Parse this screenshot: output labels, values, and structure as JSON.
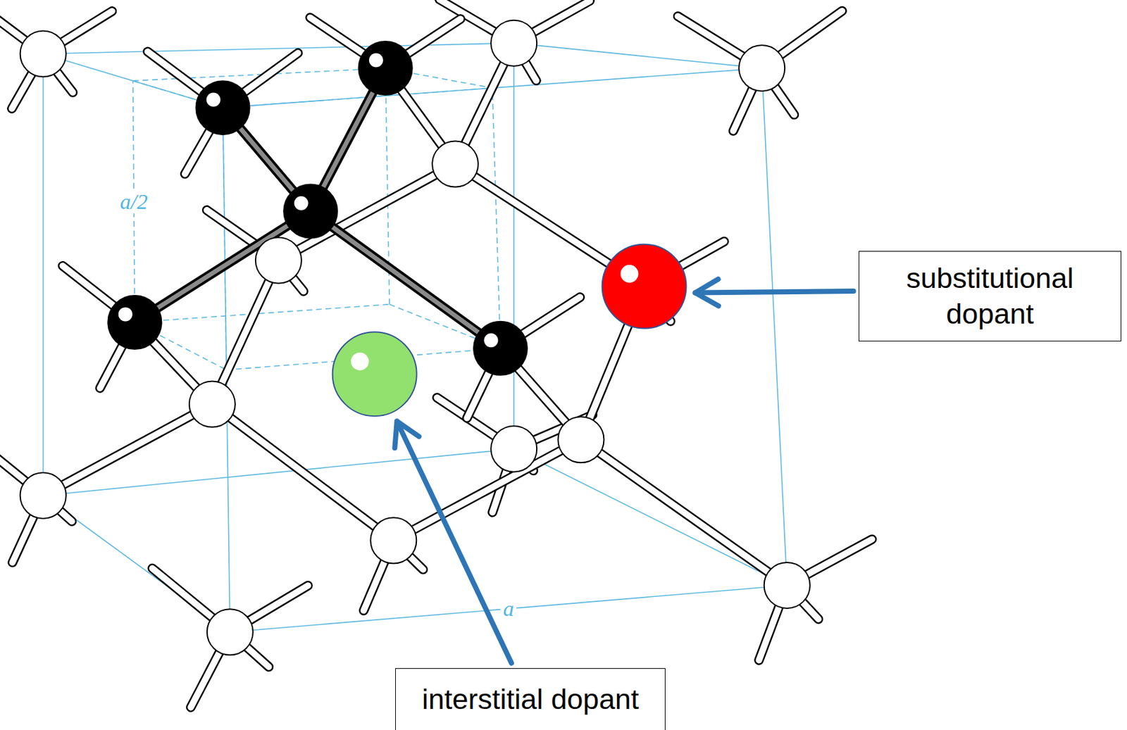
{
  "diagram": {
    "nodes": [
      {
        "text": [
          "substitutional dopant"
        ]
      },
      {
        "text": [
          "interstitial dopant"
        ]
      }
    ],
    "labels": [
      "a/2",
      "a"
    ]
  }
}
